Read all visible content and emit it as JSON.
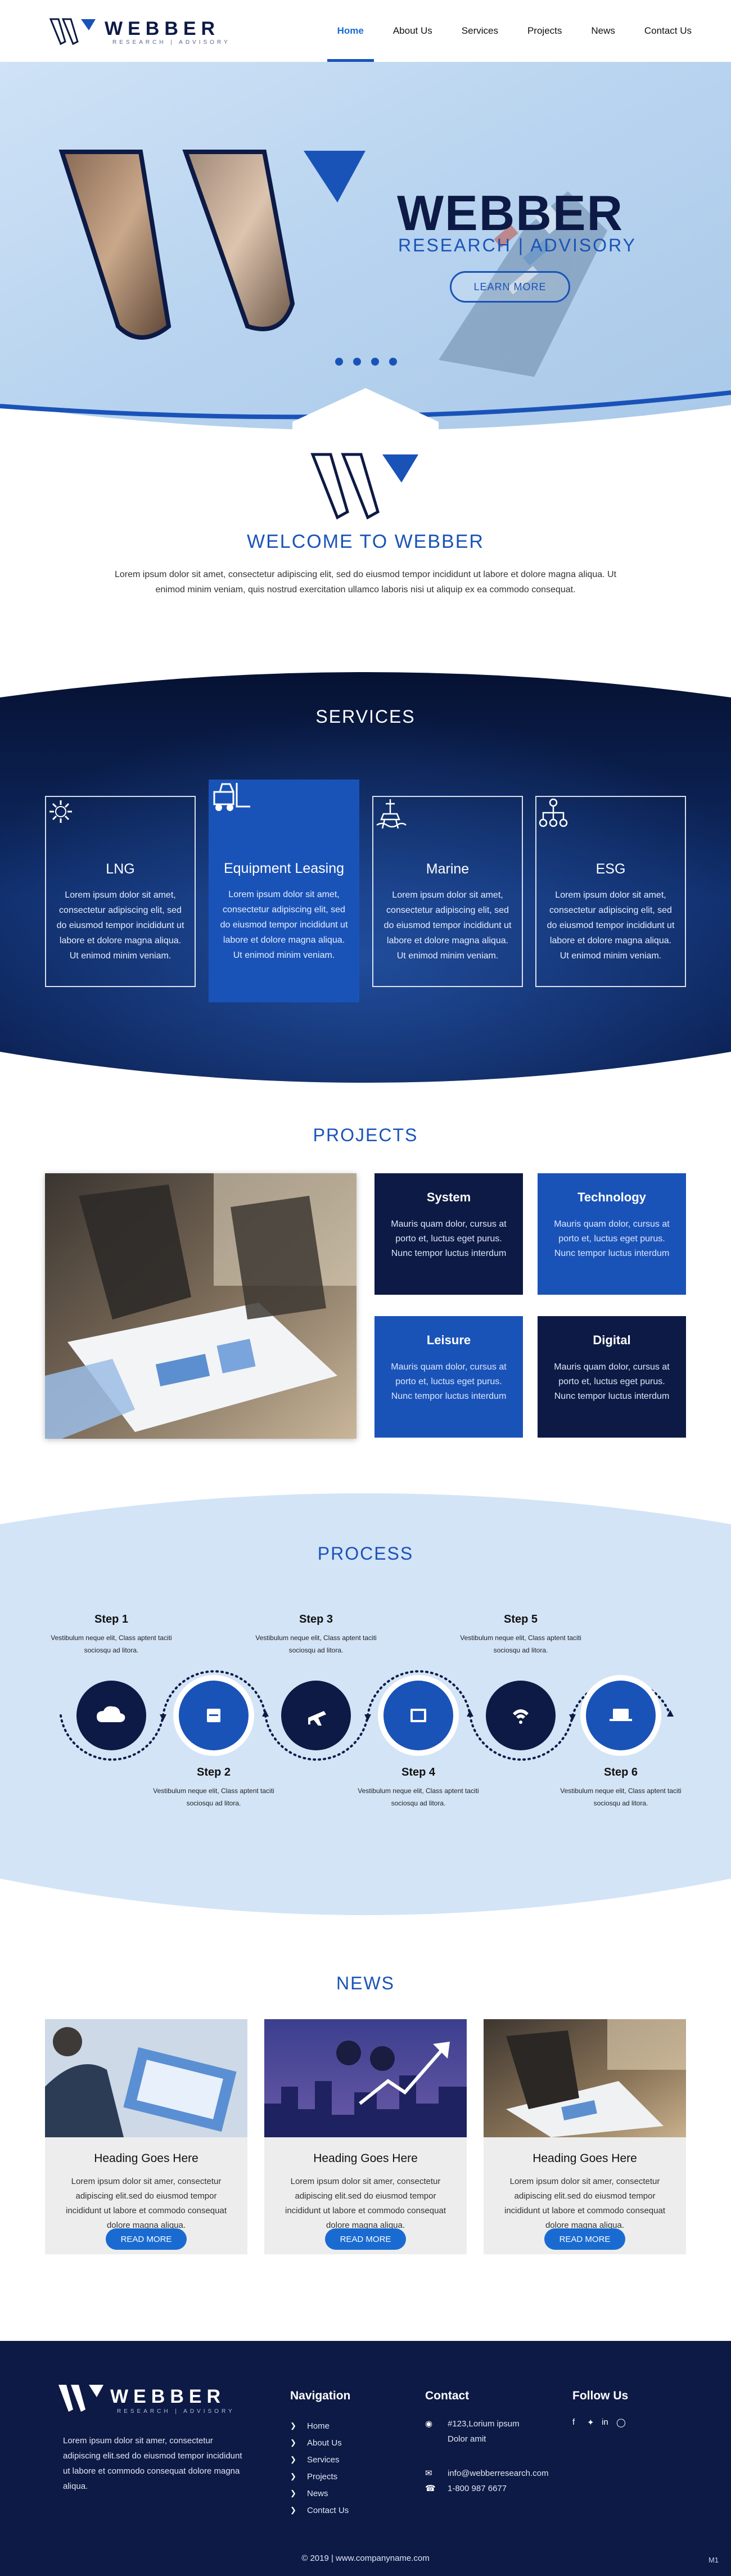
{
  "header": {
    "brand": "WEBBER",
    "tagline": "RESEARCH | ADVISORY",
    "nav": [
      "Home",
      "About Us",
      "Services",
      "Projects",
      "News",
      "Contact Us"
    ]
  },
  "hero": {
    "title": "WEBBER",
    "subtitle": "RESEARCH | ADVISORY",
    "button": "LEARN MORE"
  },
  "welcome": {
    "title": "WELCOME TO WEBBER",
    "text": "Lorem ipsum dolor sit amet, consectetur adipiscing elit, sed do eiusmod tempor incididunt ut labore et dolore magna aliqua. Ut enimod minim veniam, quis nostrud exercitation ullamco laboris nisi ut aliquip ex ea commodo consequat."
  },
  "services": {
    "title": "SERVICES",
    "items": [
      {
        "title": "LNG",
        "text": "Lorem ipsum dolor sit amet, consectetur adipiscing elit, sed do eiusmod tempor incididunt ut labore et dolore magna aliqua. Ut enimod minim veniam.",
        "icon": "gear-icon"
      },
      {
        "title": "Equipment Leasing",
        "text": "Lorem ipsum dolor sit amet, consectetur adipiscing elit, sed do eiusmod tempor incididunt ut labore et dolore magna aliqua. Ut enimod minim veniam.",
        "icon": "forklift-icon"
      },
      {
        "title": "Marine",
        "text": "Lorem ipsum dolor sit amet, consectetur adipiscing elit, sed do eiusmod tempor incididunt ut labore et dolore magna aliqua. Ut enimod minim veniam.",
        "icon": "offshore-rig-icon"
      },
      {
        "title": "ESG",
        "text": "Lorem ipsum dolor sit amet, consectetur adipiscing elit, sed do eiusmod tempor incididunt ut labore et dolore magna aliqua. Ut enimod minim veniam.",
        "icon": "network-nodes-icon"
      }
    ]
  },
  "projects": {
    "title": "PROJECTS",
    "items": [
      {
        "title": "System",
        "text": "Mauris quam dolor, cursus at porto et, luctus eget purus. Nunc tempor luctus interdum"
      },
      {
        "title": "Technology",
        "text": "Mauris quam dolor, cursus at porto et, luctus eget purus. Nunc tempor luctus interdum"
      },
      {
        "title": "Leisure",
        "text": "Mauris quam dolor, cursus at porto et, luctus eget purus. Nunc tempor luctus interdum"
      },
      {
        "title": "Digital",
        "text": "Mauris quam dolor, cursus at porto et, luctus eget purus. Nunc tempor luctus interdum"
      }
    ]
  },
  "process": {
    "title": "PROCESS",
    "steps": [
      {
        "title": "Step 1",
        "text": "Vestibulum neque elit, Class aptent taciti sociosqu ad litora.",
        "icon": "cloud-upload-icon"
      },
      {
        "title": "Step 2",
        "text": "Vestibulum neque elit, Class aptent taciti sociosqu ad litora.",
        "icon": "package-icon"
      },
      {
        "title": "Step 3",
        "text": "Vestibulum neque elit, Class aptent taciti sociosqu ad litora.",
        "icon": "airplane-icon"
      },
      {
        "title": "Step 4",
        "text": "Vestibulum neque elit, Class aptent taciti sociosqu ad litora.",
        "icon": "film-icon"
      },
      {
        "title": "Step 5",
        "text": "Vestibulum neque elit, Class aptent taciti sociosqu ad litora.",
        "icon": "wifi-icon"
      },
      {
        "title": "Step 6",
        "text": "Vestibulum neque elit, Class aptent taciti sociosqu ad litora.",
        "icon": "laptop-icon"
      }
    ]
  },
  "news": {
    "title": "NEWS",
    "items": [
      {
        "heading": "Heading Goes Here",
        "text": "Lorem ipsum dolor sit amer, consectetur adipiscing elit.sed do eiusmod tempor incididunt ut labore et commodo consequat dolore magna aliqua.",
        "button": "READ MORE"
      },
      {
        "heading": "Heading Goes Here",
        "text": "Lorem ipsum dolor sit amer, consectetur adipiscing elit.sed do eiusmod tempor incididunt ut labore et commodo consequat dolore magna aliqua.",
        "button": "READ MORE"
      },
      {
        "heading": "Heading Goes Here",
        "text": "Lorem ipsum dolor sit amer, consectetur adipiscing elit.sed do eiusmod tempor incididunt ut labore et commodo consequat dolore magna aliqua.",
        "button": "READ MORE"
      }
    ]
  },
  "footer": {
    "brand": "WEBBER",
    "tagline": "RESEARCH | ADVISORY",
    "about": "Lorem ipsum dolor sit amer, consectetur adipiscing elit.sed do eiusmod tempor incididunt ut labore et commodo consequat dolore magna aliqua.",
    "nav_title": "Navigation",
    "nav": [
      "Home",
      "About Us",
      "Services",
      "Projects",
      "News",
      "Contact Us"
    ],
    "contact_title": "Contact",
    "address_line1": "#123,Lorium ipsum",
    "address_line2": "Dolor amit",
    "email": "info@webberresearch.com",
    "phone": "1-800 987 6677",
    "follow_title": "Follow Us",
    "social": [
      "facebook-icon",
      "twitter-icon",
      "linkedin-icon",
      "instagram-icon"
    ],
    "copyright": "© 2019  |   www.companyname.com",
    "version": "M1"
  },
  "colors": {
    "primary": "#1a53b8",
    "navy": "#0d1a45",
    "accent": "#1a6bd1",
    "light_blue": "#d3e4f7"
  }
}
